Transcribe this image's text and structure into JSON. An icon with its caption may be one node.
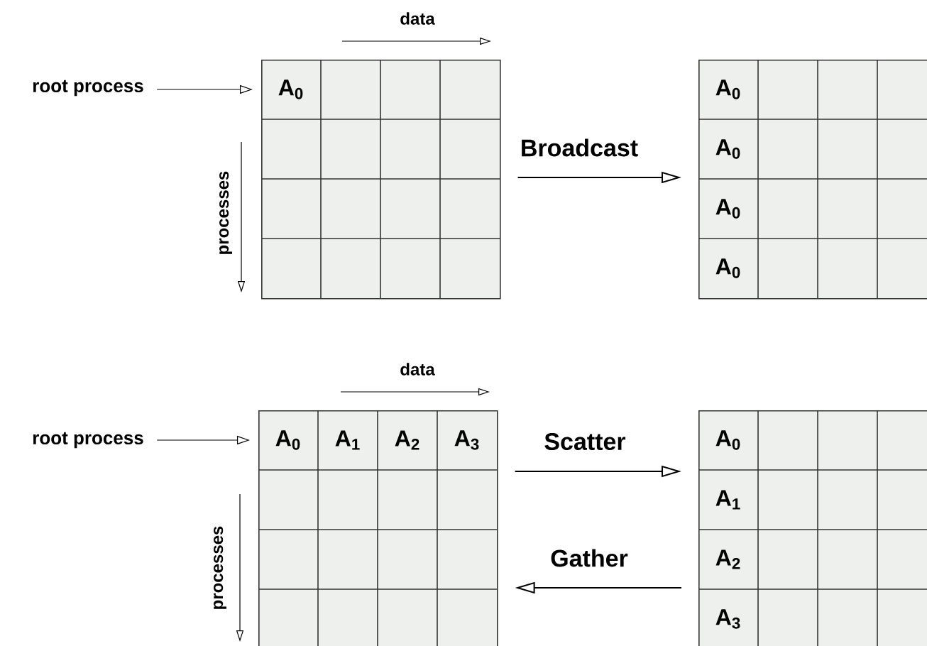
{
  "diagram": {
    "nodes": [
      {
        "text": [
          "root process"
        ]
      },
      {
        "text": [
          "A$_{0}$"
        ]
      },
      {
        "text": [
          "A$_{0}$",
          "A$_{0}$",
          "A$_{0}$",
          "A$_{0}$"
        ]
      },
      {
        "text": [
          "root process"
        ]
      },
      {
        "text": [
          "A$_{0}$",
          "A$_{1}$",
          "A$_{2}$",
          "A$_{3}$"
        ]
      },
      {
        "text": [
          "A$_{0}$",
          "A$_{1}$",
          "A$_{2}$",
          "A$_{3}$"
        ]
      }
    ],
    "edges": [
      {
        "from": 0,
        "to": 1,
        "arrow": "to"
      },
      {
        "from": 1,
        "to": 2,
        "arrow": "to",
        "label": "Broadcast"
      },
      {
        "from": 3,
        "to": 4,
        "arrow": "to"
      },
      {
        "from": 4,
        "to": 5,
        "arrow": "to",
        "label": "Scatter"
      },
      {
        "from": 5,
        "to": 4,
        "arrow": "to",
        "label": "Gather"
      }
    ],
    "labels": [
      "data",
      "processes",
      "data",
      "processes"
    ]
  }
}
